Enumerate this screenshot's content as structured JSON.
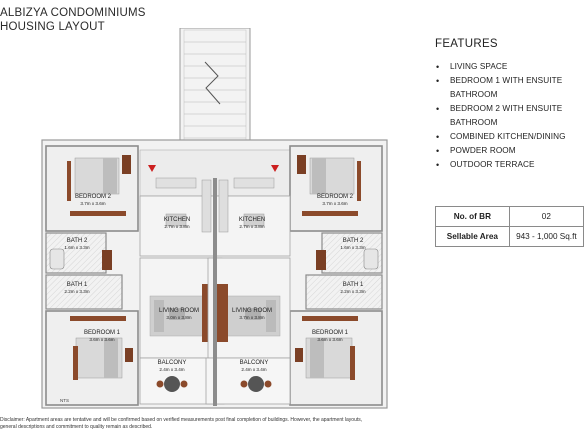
{
  "title": {
    "line1": "ALBIZYA CONDOMINIUMS",
    "line2": "HOUSING LAYOUT"
  },
  "features": {
    "heading": "FEATURES",
    "items": [
      "LIVING SPACE",
      "BEDROOM 1 WITH ENSUITE BATHROOM",
      "BEDROOM 2 WITH ENSUITE BATHROOM",
      "COMBINED KITCHEN/DINING",
      "POWDER ROOM",
      "OUTDOOR TERRACE"
    ]
  },
  "specs": [
    {
      "label": "No. of BR",
      "value": "02"
    },
    {
      "label": "Sellable Area",
      "value": "943 - 1,000 Sq.ft"
    }
  ],
  "plan": {
    "left": {
      "bedroom2": {
        "name": "BEDROOM 2",
        "dim": "3.7m x 3.6m"
      },
      "bath2": {
        "name": "BATH 2",
        "dim": "1.6m x 3.3m"
      },
      "bath1": {
        "name": "BATH 1",
        "dim": "2.2m x 3.3m"
      },
      "bedroom1": {
        "name": "BEDROOM 1",
        "dim": "3.6m x 3.6m"
      },
      "kitchen": {
        "name": "KITCHEN",
        "dim": "2.7m x 3.8m"
      },
      "living": {
        "name": "LIVING ROOM",
        "dim": "3.0m x 3.8m"
      },
      "balcony": {
        "name": "BALCONY",
        "dim": "2.4m x 3.4m"
      }
    },
    "right": {
      "bedroom2": {
        "name": "BEDROOM 2",
        "dim": "3.7m x 3.6m"
      },
      "bath2": {
        "name": "BATH 2",
        "dim": "1.6m x 3.3m"
      },
      "bath1": {
        "name": "BATH 1",
        "dim": "2.2m x 3.3m"
      },
      "bedroom1": {
        "name": "BEDROOM 1",
        "dim": "3.6m x 3.6m"
      },
      "kitchen": {
        "name": "KITCHEN",
        "dim": "2.7m x 3.8m"
      },
      "living": {
        "name": "LIVING ROOM",
        "dim": "3.7m x 3.8m"
      },
      "balcony": {
        "name": "BALCONY",
        "dim": "2.4m x 3.4m"
      }
    },
    "nts": "NTS"
  },
  "disclaimer": {
    "line1": "Disclaimer: Apartment areas are tentative and will be confirmed based on verified measurements post final completion of buildings. However, the apartment layouts,",
    "line2": "general descriptions and commitment to quality remain as described."
  },
  "colors": {
    "wood": "#8b4a2b",
    "floor": "#eeeeee",
    "wall": "#9c9c9c",
    "arrow": "#cc1f1f"
  }
}
